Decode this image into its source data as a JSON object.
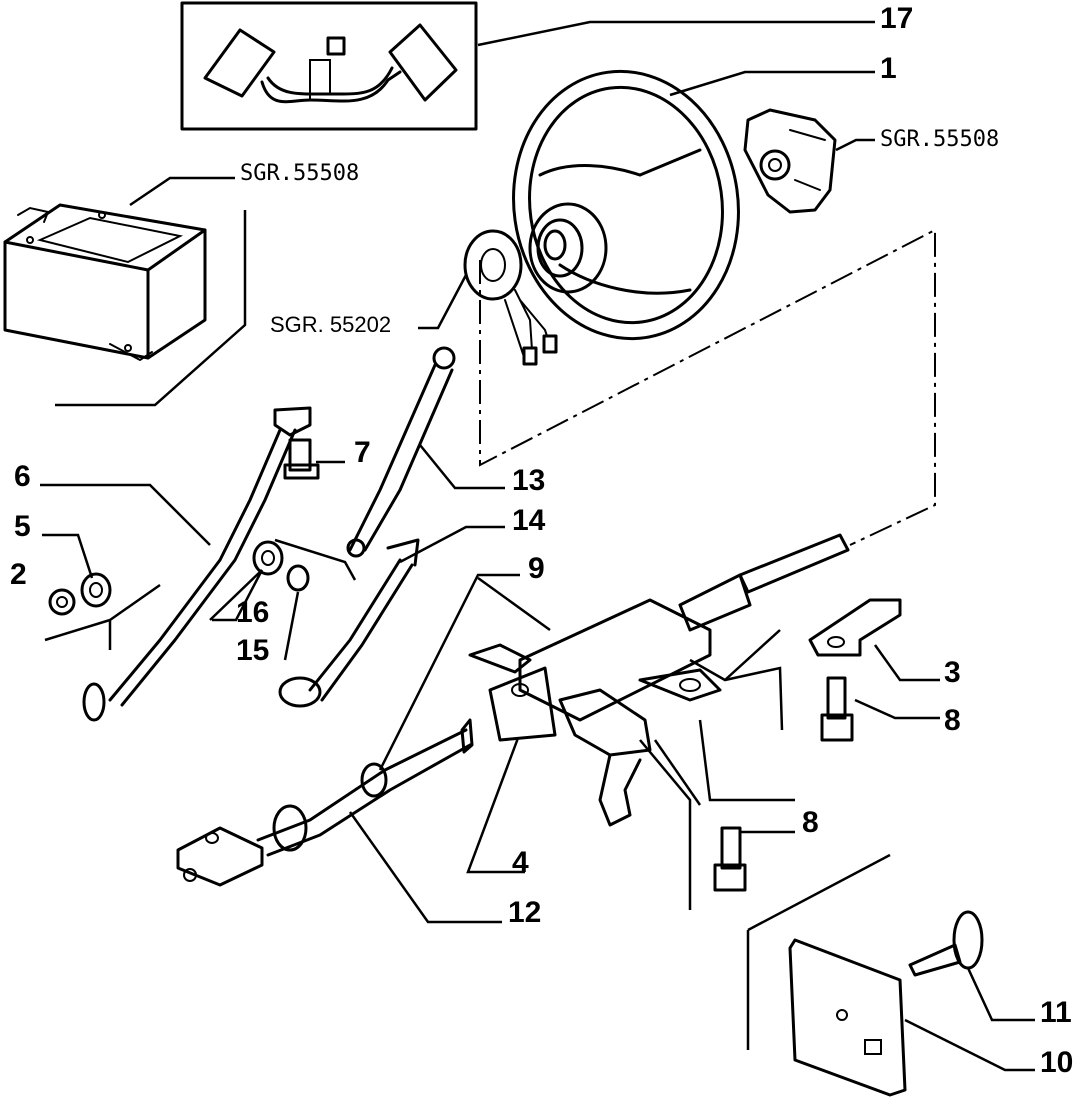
{
  "callouts": [
    {
      "id": "17",
      "text": "17"
    },
    {
      "id": "1",
      "text": "1"
    },
    {
      "id": "6",
      "text": "6"
    },
    {
      "id": "5",
      "text": "5"
    },
    {
      "id": "2",
      "text": "2"
    },
    {
      "id": "7",
      "text": "7"
    },
    {
      "id": "13",
      "text": "13"
    },
    {
      "id": "14",
      "text": "14"
    },
    {
      "id": "16",
      "text": "16"
    },
    {
      "id": "15",
      "text": "15"
    },
    {
      "id": "9",
      "text": "9"
    },
    {
      "id": "3",
      "text": "3"
    },
    {
      "id": "8a",
      "text": "8"
    },
    {
      "id": "8b",
      "text": "8"
    },
    {
      "id": "4",
      "text": "4"
    },
    {
      "id": "12",
      "text": "12"
    },
    {
      "id": "11",
      "text": "11"
    },
    {
      "id": "10",
      "text": "10"
    }
  ],
  "references": {
    "airbag_ecu": "SGR.55508",
    "airbag_module": "SGR.55508",
    "clock_spring": "SGR. 55202"
  }
}
